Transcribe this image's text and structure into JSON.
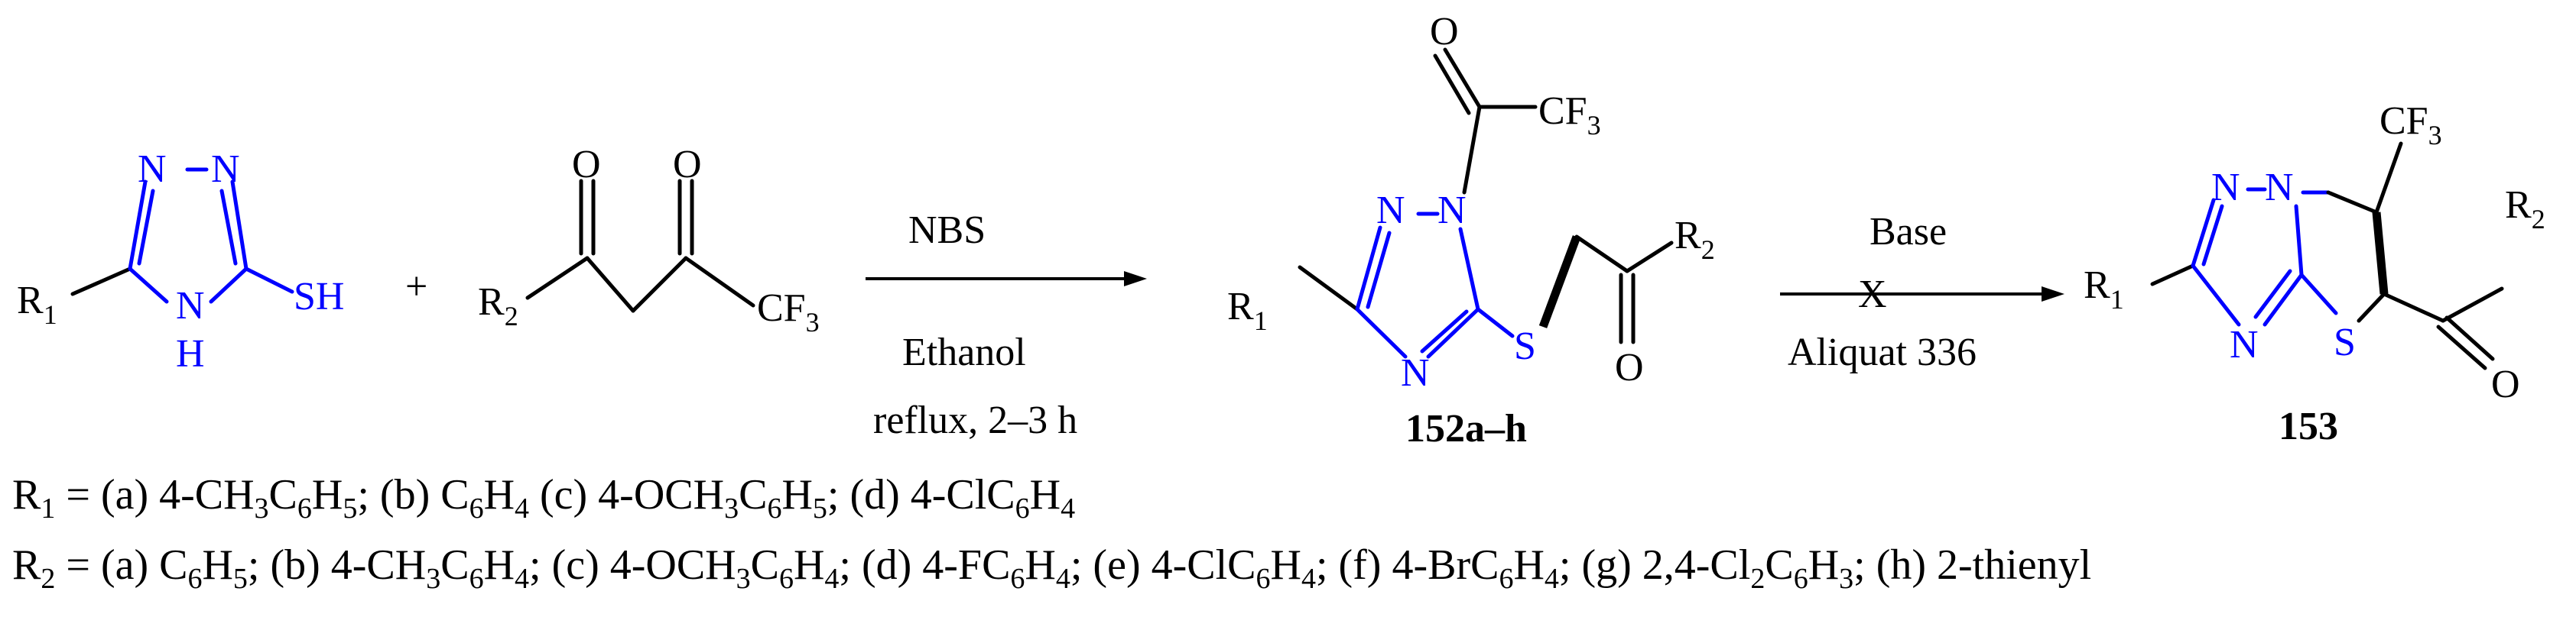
{
  "colors": {
    "heteroatom": "#0000ff",
    "ink": "#000000"
  },
  "reactant1": {
    "r_label": "R",
    "r_sub": "1",
    "n": "N",
    "nh": "N",
    "h": "H",
    "sh": "SH"
  },
  "plus": "+",
  "reactant2": {
    "r_label": "R",
    "r_sub": "2",
    "o": "O",
    "cf": "CF",
    "cf_sub": "3"
  },
  "step1": {
    "reagent_top": "NBS",
    "reagent_bottom_1": "Ethanol",
    "reagent_bottom_2": "reflux, 2–3 h"
  },
  "intermediate": {
    "label": "152a–h",
    "o": "O",
    "n": "N",
    "s": "S",
    "cf": "CF",
    "cf_sub": "3",
    "r1": "R",
    "r1_sub": "1",
    "r2": "R",
    "r2_sub": "2"
  },
  "step2": {
    "reagent_top": "Base",
    "blocked_mark": "X",
    "reagent_bottom": "Aliquat 336"
  },
  "product": {
    "label": "153",
    "n": "N",
    "s": "S",
    "o": "O",
    "cf": "CF",
    "cf_sub": "3",
    "r1": "R",
    "r1_sub": "1",
    "r2": "R",
    "r2_sub": "2"
  },
  "legend": {
    "r1": {
      "lead": "R",
      "lead_sub": "1",
      "eq": " = (a) 4-CH",
      "a_s1": "3",
      "a_m": "C",
      "a_s2": "6",
      "a_m2": "H",
      "a_s3": "5",
      "b_pre": "; (b) C",
      "b_s1": "6",
      "b_m": "H",
      "b_s2": "4",
      "c_pre": " (c) 4-OCH",
      "c_s1": "3",
      "c_m": "C",
      "c_s2": "6",
      "c_m2": "H",
      "c_s3": "5",
      "d_pre": "; (d) 4-ClC",
      "d_s1": "6",
      "d_m": "H",
      "d_s2": "4"
    },
    "r2": {
      "lead": "R",
      "lead_sub": "2",
      "eq": " = (a) C",
      "a_s1": "6",
      "a_m": "H",
      "a_s2": "5",
      "b_pre": "; (b) 4-CH",
      "b_s1": "3",
      "b_m": "C",
      "b_s2": "6",
      "b_m2": "H",
      "b_s3": "4",
      "c_pre": "; (c) 4-OCH",
      "c_s1": "3",
      "c_m": "C",
      "c_s2": "6",
      "c_m2": "H",
      "c_s3": "4",
      "d_pre": "; (d) 4-FC",
      "d_s1": "6",
      "d_m": "H",
      "d_s2": "4",
      "e_pre": "; (e) 4-ClC",
      "e_s1": "6",
      "e_m": "H",
      "e_s2": "4",
      "f_pre": "; (f) 4-BrC",
      "f_s1": "6",
      "f_m": "H",
      "f_s2": "4",
      "g_pre": "; (g) 2,4-Cl",
      "g_s1": "2",
      "g_m": "C",
      "g_s2": "6",
      "g_m2": "H",
      "g_s3": "3",
      "h_pre": "; (h) 2-thienyl"
    }
  }
}
